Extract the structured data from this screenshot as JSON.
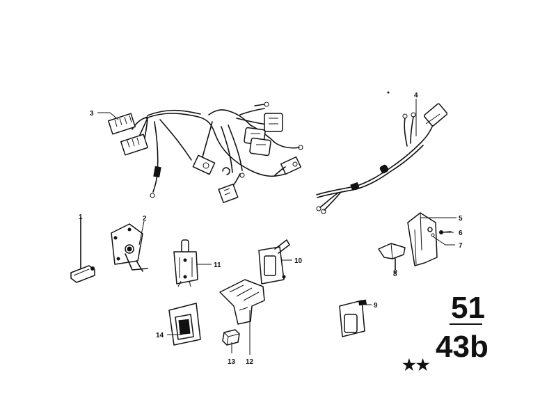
{
  "callouts": {
    "c1": "1",
    "c2": "2",
    "c3": "3",
    "c4": "4",
    "c5": "5",
    "c6": "6",
    "c7": "7",
    "c8": "8",
    "c9": "9",
    "c10": "10",
    "c11": "11",
    "c12": "12",
    "c13": "13",
    "c14": "14"
  },
  "group_code": {
    "main_group": "51",
    "sub_group": "43b",
    "marker": "★★"
  }
}
